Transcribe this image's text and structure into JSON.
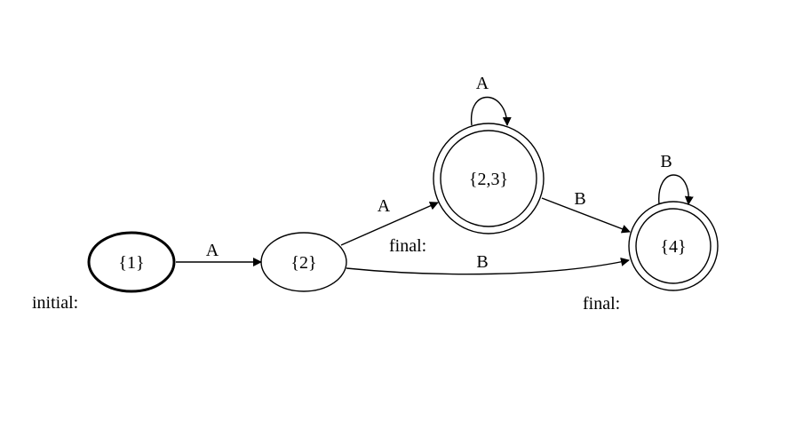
{
  "diagram": {
    "states": [
      {
        "id": "s1",
        "label": "{1}",
        "annotation": "initial:"
      },
      {
        "id": "s2",
        "label": "{2}",
        "annotation": ""
      },
      {
        "id": "s23",
        "label": "{2,3}",
        "annotation": "final:"
      },
      {
        "id": "s4",
        "label": "{4}",
        "annotation": "final:"
      }
    ],
    "transitions": [
      {
        "from": "s1",
        "to": "s2",
        "label": "A"
      },
      {
        "from": "s2",
        "to": "s23",
        "label": "A"
      },
      {
        "from": "s2",
        "to": "s4",
        "label": "B"
      },
      {
        "from": "s23",
        "to": "s23",
        "label": "A"
      },
      {
        "from": "s23",
        "to": "s4",
        "label": "B"
      },
      {
        "from": "s4",
        "to": "s4",
        "label": "B"
      }
    ]
  }
}
